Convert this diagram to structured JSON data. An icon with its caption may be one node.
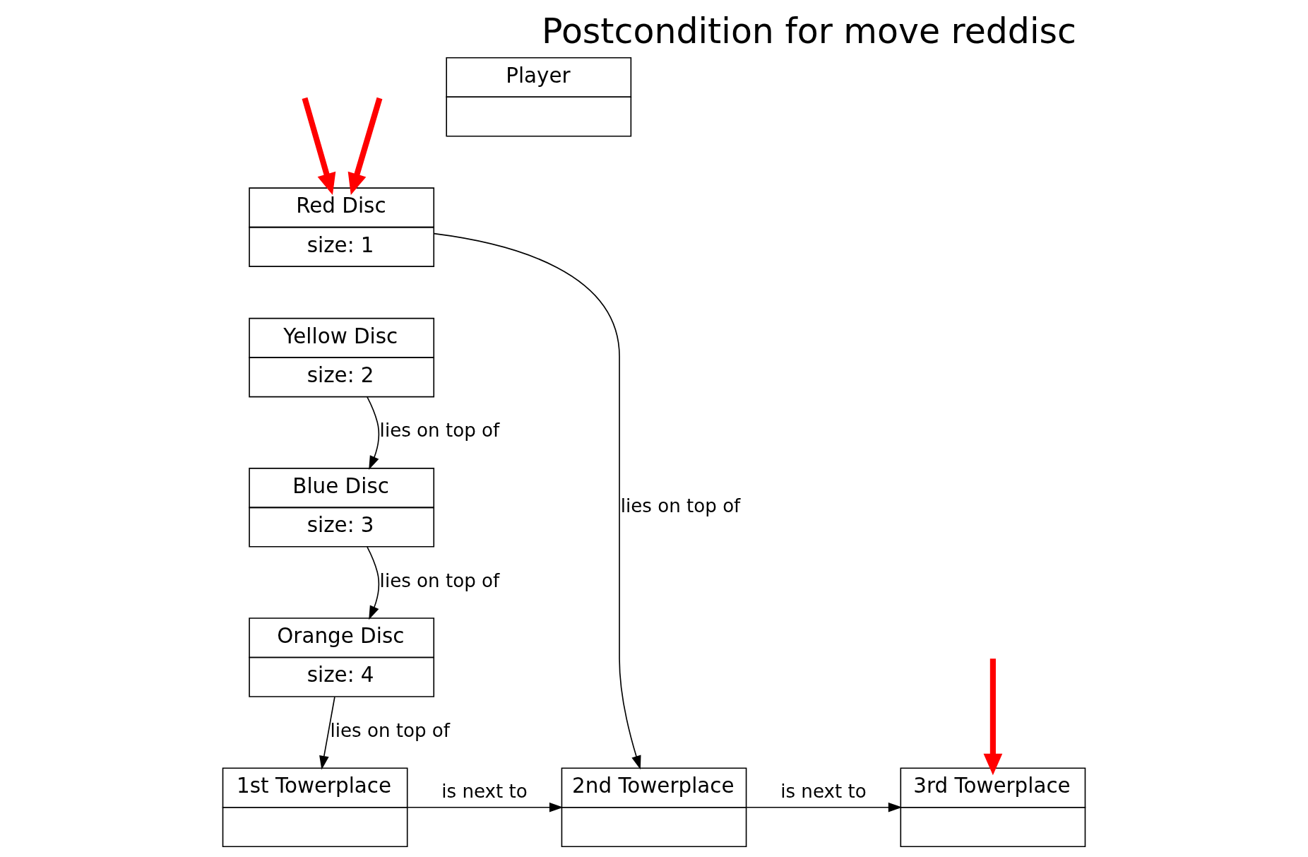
{
  "diagram": {
    "title": "Postcondition for move reddisc",
    "nodes": [
      {
        "text": [
          "Red Disc",
          "size: 1"
        ]
      },
      {
        "text": [
          "Yellow Disc",
          "size: 2"
        ]
      },
      {
        "text": [
          "Blue Disc",
          "size: 3"
        ]
      },
      {
        "text": [
          "Orange Disc",
          "size: 4"
        ]
      },
      {
        "text": [
          "1st Towerplace"
        ]
      },
      {
        "text": [
          "2nd Towerplace"
        ]
      },
      {
        "text": [
          "3rd Towerplace"
        ]
      },
      {
        "text": [
          "Player"
        ]
      }
    ],
    "edges": [
      {
        "from": 0,
        "to": 5,
        "label": "lies on top of",
        "arrow": "to"
      },
      {
        "from": 1,
        "to": 2,
        "label": "lies on top of",
        "arrow": "to"
      },
      {
        "from": 2,
        "to": 3,
        "label": "lies on top of",
        "arrow": "to"
      },
      {
        "from": 3,
        "to": 4,
        "label": "lies on top of",
        "arrow": "to"
      },
      {
        "from": 4,
        "to": 5,
        "label": "is next to",
        "arrow": "to"
      },
      {
        "from": 5,
        "to": 6,
        "label": "is next to",
        "arrow": "to"
      },
      {
        "from": null,
        "to": 0,
        "arrow": "to",
        "style": "thick",
        "color": "#ff0000"
      },
      {
        "from": null,
        "to": 0,
        "arrow": "to",
        "style": "thick",
        "color": "#ff0000"
      },
      {
        "from": null,
        "to": 6,
        "arrow": "to",
        "style": "thick",
        "color": "#ff0000"
      }
    ]
  }
}
